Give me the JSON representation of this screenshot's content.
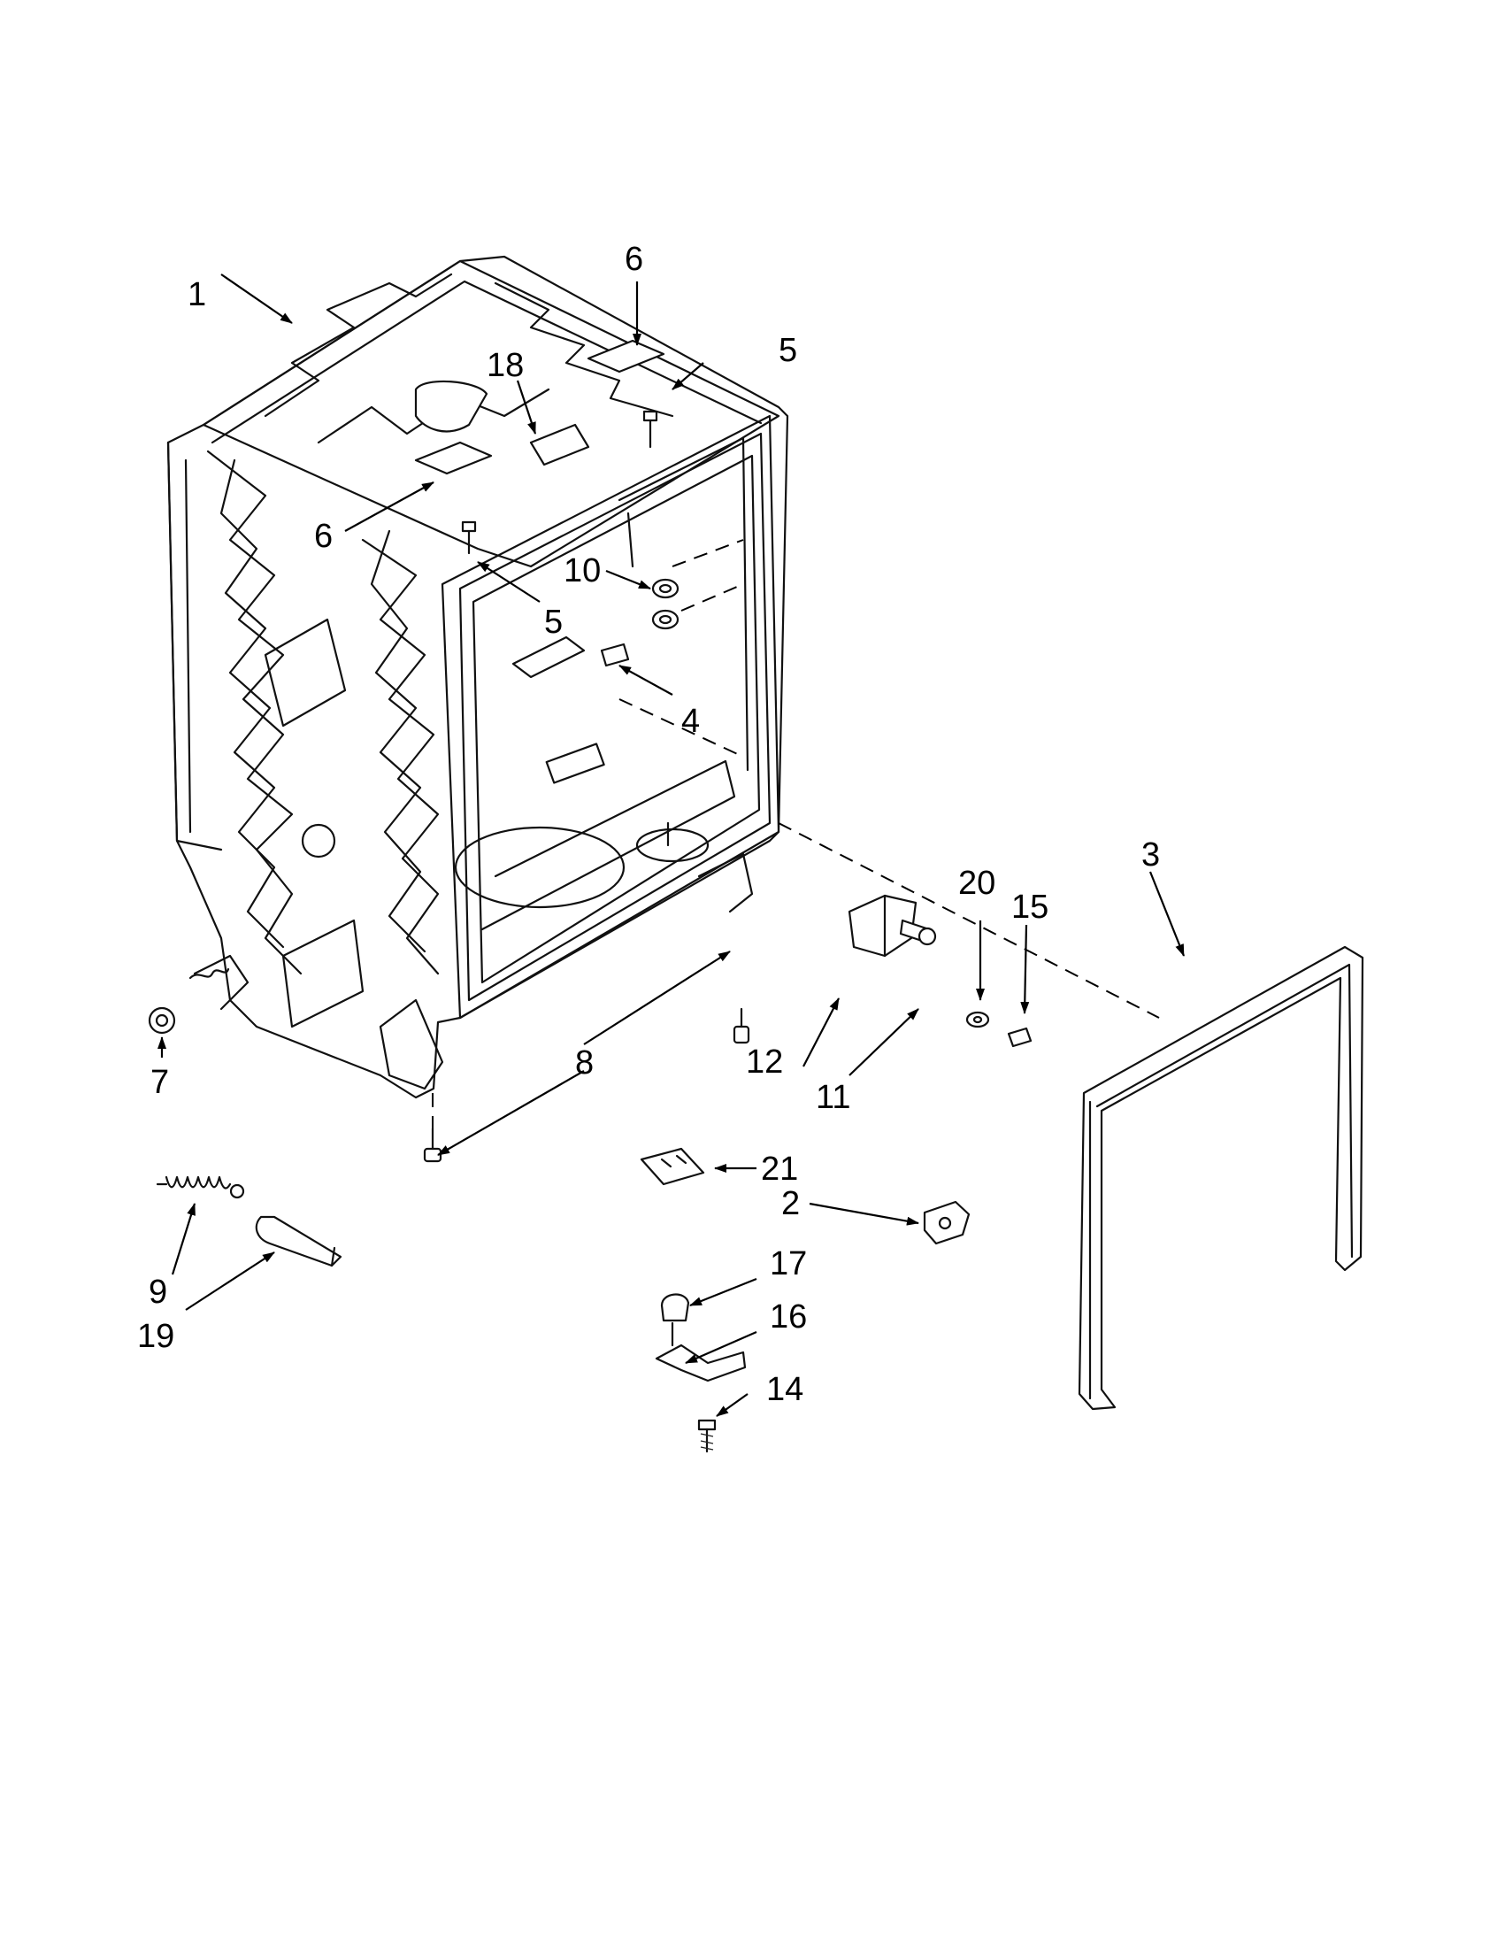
{
  "callouts": {
    "c1": "1",
    "c2": "2",
    "c3": "3",
    "c4": "4",
    "c5a": "5",
    "c5b": "5",
    "c6a": "6",
    "c6b": "6",
    "c7": "7",
    "c8": "8",
    "c9": "9",
    "c10": "10",
    "c11": "11",
    "c12": "12",
    "c14": "14",
    "c15": "15",
    "c16": "16",
    "c17": "17",
    "c18": "18",
    "c19": "19",
    "c20": "20",
    "c21": "21"
  }
}
